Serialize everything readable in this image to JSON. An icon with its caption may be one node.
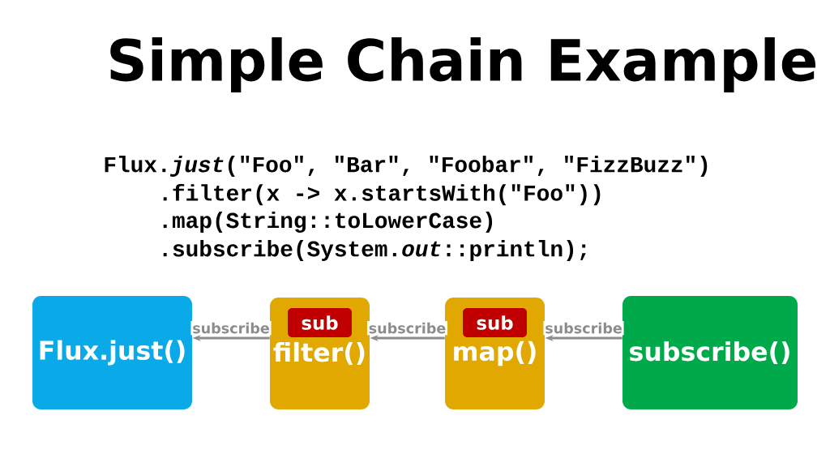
{
  "diagram": {
    "title": "Simple Chain Example",
    "nodes": [
      {
        "text": [
          "Flux.just()"
        ]
      },
      {
        "text": [
          "filter()"
        ]
      },
      {
        "text": [
          "sub"
        ],
        "in": 1
      },
      {
        "text": [
          "map()"
        ]
      },
      {
        "text": [
          "sub"
        ],
        "in": 3
      },
      {
        "text": [
          "subscribe()"
        ]
      }
    ],
    "edges": [
      {
        "from": 1,
        "to": 0,
        "arrow": "to",
        "label": "subscribe"
      },
      {
        "from": 3,
        "to": 1,
        "arrow": "to",
        "label": "subscribe"
      },
      {
        "from": 5,
        "to": 3,
        "arrow": "to",
        "label": "subscribe"
      }
    ],
    "labels": [
      "Flux.*just*(\"Foo\", \"Bar\", \"Foobar\", \"FizzBuzz\")",
      ".filter(x -> x.startsWith(\"Foo\"))",
      ".map(String::toLowerCase)",
      ".subscribe(System.*out*::println);"
    ]
  }
}
